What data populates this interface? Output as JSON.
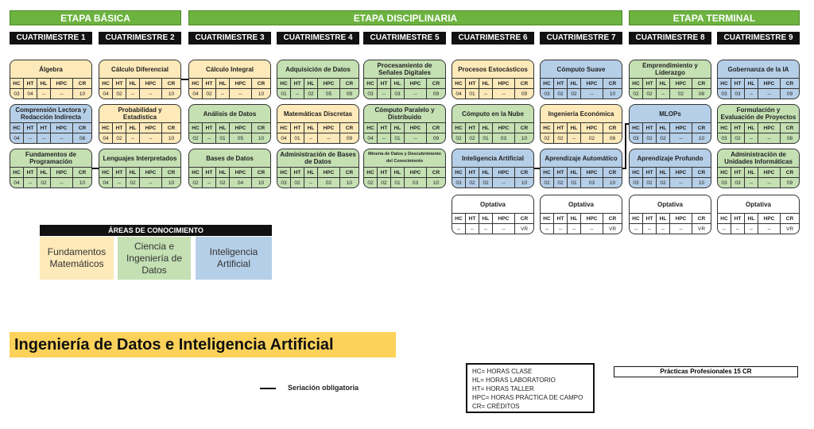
{
  "stages": [
    {
      "label": "ETAPA BÁSICA"
    },
    {
      "label": "ETAPA DISCIPLINARIA"
    },
    {
      "label": "ETAPA TERMINAL"
    }
  ],
  "table_headers": [
    "HC",
    "HT",
    "HL",
    "HPC",
    "CR"
  ],
  "colors": {
    "fm": "#fde9b9",
    "cid": "#c5e0b3",
    "ia": "#b6cfe8"
  },
  "cuatrimestres": [
    {
      "label": "CUATRIMESTRE 1",
      "courses": [
        {
          "title": "Álgebra",
          "area": "fm",
          "values": [
            "03",
            "04",
            "--",
            "--",
            "10"
          ]
        },
        {
          "title": "Comprensión Lectora y Redacción Indirecta",
          "area": "ia",
          "headers": [
            "HC",
            "HT",
            "HT",
            "HPC",
            "CR"
          ],
          "values": [
            "04",
            "--",
            "--",
            "--",
            "08"
          ]
        },
        {
          "title": "Fundamentos de Programación",
          "area": "cid",
          "values": [
            "04",
            "--",
            "02",
            "--",
            "10"
          ]
        }
      ]
    },
    {
      "label": "CUATRIMESTRE 2",
      "courses": [
        {
          "title": "Cálculo Diferencial",
          "area": "fm",
          "values": [
            "04",
            "02",
            "--",
            "--",
            "10"
          ]
        },
        {
          "title": "Probabilidad y Estadística",
          "area": "fm",
          "values": [
            "04",
            "02",
            "--",
            "--",
            "10"
          ]
        },
        {
          "title": "Lenguajes Interpretados",
          "area": "cid",
          "values": [
            "04",
            "--",
            "02",
            "--",
            "10"
          ]
        }
      ]
    },
    {
      "label": "CUATRIMESTRE 3",
      "courses": [
        {
          "title": "Cálculo Integral",
          "area": "fm",
          "values": [
            "04",
            "02",
            "--",
            "--",
            "10"
          ]
        },
        {
          "title": "Análisis de Datos",
          "area": "cid",
          "values": [
            "02",
            "--",
            "01",
            "05",
            "10"
          ]
        },
        {
          "title": "Bases de Datos",
          "area": "cid",
          "values": [
            "02",
            "--",
            "02",
            "04",
            "10"
          ]
        }
      ]
    },
    {
      "label": "CUATRIMESTRE 4",
      "courses": [
        {
          "title": "Adquisición de Datos",
          "area": "cid",
          "values": [
            "01",
            "--",
            "02",
            "05",
            "09"
          ]
        },
        {
          "title": "Matemáticas Discretas",
          "area": "fm",
          "values": [
            "04",
            "01",
            "--",
            "--",
            "09"
          ]
        },
        {
          "title": "Administración de Bases de Datos",
          "area": "cid",
          "values": [
            "03",
            "02",
            "--",
            "02",
            "10"
          ]
        }
      ]
    },
    {
      "label": "CUATRIMESTRE 5",
      "courses": [
        {
          "title": "Procesamiento de Señales Digitales",
          "area": "cid",
          "values": [
            "03",
            "--",
            "03",
            "--",
            "09"
          ]
        },
        {
          "title": "Cómputo Paralelo y Distribuido",
          "area": "cid",
          "values": [
            "04",
            "--",
            "01",
            "--",
            "09"
          ]
        },
        {
          "title": "Minería de Datos y Descubrimiento del Conocimiento",
          "area": "cid",
          "small": true,
          "values": [
            "02",
            "02",
            "01",
            "03",
            "10"
          ]
        }
      ]
    },
    {
      "label": "CUATRIMESTRE 6",
      "courses": [
        {
          "title": "Procesos Estocásticos",
          "area": "fm",
          "values": [
            "04",
            "01",
            "--",
            "--",
            "09"
          ]
        },
        {
          "title": "Cómputo en la Nube",
          "area": "cid",
          "values": [
            "02",
            "02",
            "01",
            "03",
            "10"
          ]
        },
        {
          "title": "Inteligencia Artificial",
          "area": "ia",
          "values": [
            "03",
            "02",
            "02",
            "--",
            "10"
          ]
        },
        {
          "title": "Optativa",
          "area": "none",
          "values": [
            "--",
            "--",
            "--",
            "--",
            "VR"
          ]
        }
      ]
    },
    {
      "label": "CUATRIMESTRE 7",
      "courses": [
        {
          "title": "Cómputo Suave",
          "area": "ia",
          "values": [
            "03",
            "02",
            "02",
            "--",
            "10"
          ]
        },
        {
          "title": "Ingeniería Económica",
          "area": "fm",
          "values": [
            "02",
            "02",
            "--",
            "02",
            "08"
          ]
        },
        {
          "title": "Aprendizaje Automático",
          "area": "ia",
          "values": [
            "02",
            "02",
            "01",
            "03",
            "10"
          ]
        },
        {
          "title": "Optativa",
          "area": "none",
          "values": [
            "--",
            "--",
            "--",
            "--",
            "VR"
          ]
        }
      ]
    },
    {
      "label": "CUATRIMESTRE 8",
      "courses": [
        {
          "title": "Emprendimiento y Liderazgo",
          "area": "cid",
          "values": [
            "02",
            "02",
            "--",
            "02",
            "08"
          ]
        },
        {
          "title": "MLOPs",
          "area": "ia",
          "values": [
            "03",
            "02",
            "02",
            "--",
            "10"
          ]
        },
        {
          "title": "Aprendizaje Profundo",
          "area": "ia",
          "values": [
            "03",
            "02",
            "02",
            "--",
            "10"
          ]
        },
        {
          "title": "Optativa",
          "area": "none",
          "values": [
            "--",
            "--",
            "--",
            "--",
            "VR"
          ]
        }
      ]
    },
    {
      "label": "CUATRIMESTRE 9",
      "courses": [
        {
          "title": "Gobernanza de la IA",
          "area": "ia",
          "values": [
            "03",
            "03",
            "--",
            "--",
            "09"
          ]
        },
        {
          "title": "Formulación y Evaluación de Proyectos",
          "area": "cid",
          "values": [
            "03",
            "02",
            "--",
            "--",
            "08"
          ]
        },
        {
          "title": "Administración de Unidades Informáticas",
          "area": "cid",
          "values": [
            "03",
            "03",
            "--",
            "--",
            "09"
          ]
        },
        {
          "title": "Optativa",
          "area": "none",
          "values": [
            "--",
            "--",
            "--",
            "--",
            "VR"
          ]
        }
      ]
    }
  ],
  "areas": {
    "title": "ÁREAS DE CONOCIMIENTO",
    "items": [
      {
        "label": "Fundamentos Matemáticos",
        "key": "fm"
      },
      {
        "label": "Ciencia e Ingeniería de Datos",
        "key": "cid"
      },
      {
        "label": "Inteligencia Artificial",
        "key": "ia"
      }
    ]
  },
  "program_title": "Ingeniería de Datos e Inteligencia Artificial",
  "seriation_label": "Seriación obligatoria",
  "legend": [
    "HC=  HORAS CLASE",
    "HL=  HORAS LABORATORIO",
    "HT=  HORAS TALLER",
    "HPC= HORAS PRÁCTICA DE CAMPO",
    "CR=  CRÉDITOS"
  ],
  "practicas": "Prácticas Profesionales 15 CR"
}
